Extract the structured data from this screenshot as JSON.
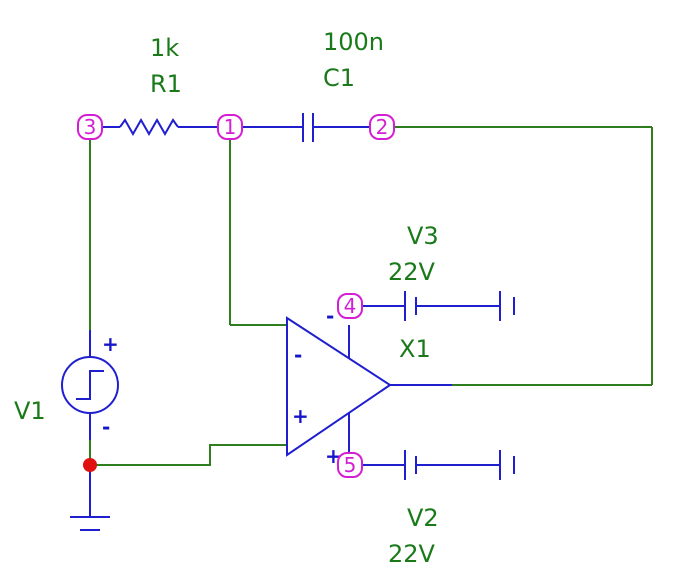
{
  "components": {
    "r1": {
      "value": "1k",
      "ref": "R1"
    },
    "c1": {
      "value": "100n",
      "ref": "C1"
    },
    "v3": {
      "ref": "V3",
      "value": "22V"
    },
    "v2": {
      "ref": "V2",
      "value": "22V"
    },
    "v1": {
      "ref": "V1"
    },
    "x1": {
      "ref": "X1"
    }
  },
  "nodes": {
    "n1": "1",
    "n2": "2",
    "n3": "3",
    "n4": "4",
    "n5": "5"
  },
  "polarity": {
    "plus": "+",
    "minus": "-"
  },
  "colors": {
    "wire_green": "#2e7d1f",
    "wire_blue": "#1f1fcf",
    "node_magenta": "#d41ed4",
    "label_green": "#1a7a1a",
    "ground_dot": "#e01010"
  }
}
